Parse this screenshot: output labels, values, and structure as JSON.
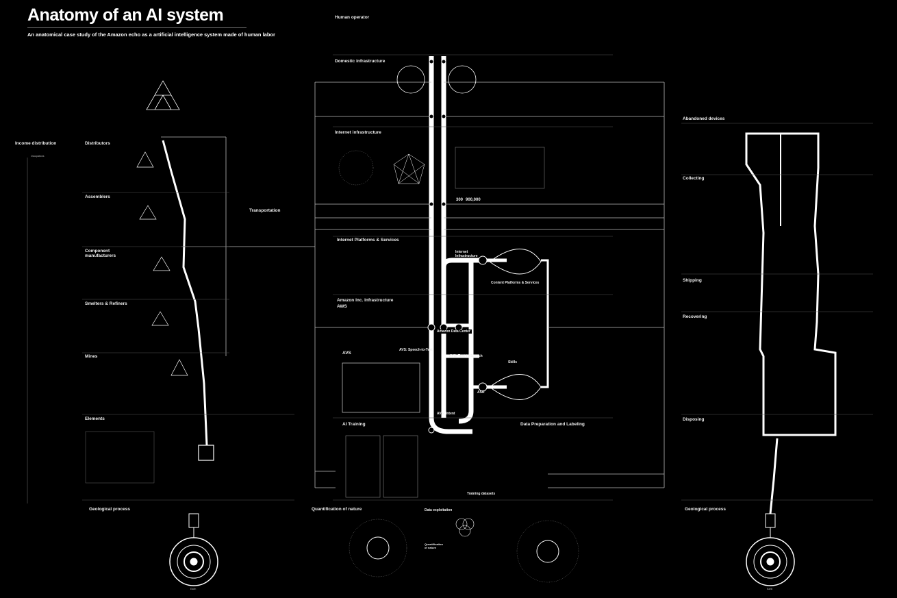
{
  "title": "Anatomy of an AI system",
  "subtitle": "An anatomical case study of the Amazon echo as a artificial intelligence system made of human labor",
  "left_column": {
    "income_distribution": "Income distribution",
    "occupations": "Occupations",
    "distributors": "Distributors",
    "assemblers": "Assemblers",
    "component_manufacturers": "Component manufacturers",
    "smelters_refiners": "Smelters & Refiners",
    "mines": "Mines",
    "elements": "Elements",
    "transportation": "Transportation",
    "geological_process": "Geological process",
    "earth": "Earth"
  },
  "center_column": {
    "human_operator": "Human operator",
    "domestic_infrastructure": "Domestic infrastructure",
    "internet_infrastructure": "Internet infrastructure",
    "internet_platforms": "Internet Platforms & Services",
    "internet_infra_node": "Internet Infrastructure",
    "content_platforms": "Content Platforms & Services",
    "amazon_infra": "Amazon Inc. Infrastructure",
    "aws": "AWS",
    "amazon_data_center": "Amazon Data Center",
    "avs": "AVS",
    "avs_speech_to_text": "AVS: Speech-to-Text",
    "avs_text_to_speech": "AVS: Text-to-Speech",
    "skills": "Skills",
    "asr": "ASR",
    "avs_intent": "AVS: Intent",
    "ai_training": "AI Training",
    "data_preparation": "Data Preparation and Labeling",
    "training_datasets": "Training datasets",
    "quantification_of_nature": "Quantification of nature",
    "data_exploitation": "Data exploitation",
    "quantification_of_nature_2": "Quantification of nature",
    "stat_1": "300",
    "stat_2": "900,000"
  },
  "right_column": {
    "abandoned_devices": "Abandoned devices",
    "collecting": "Collecting",
    "shipping": "Shipping",
    "recovering": "Recovering",
    "disposing": "Disposing",
    "geological_process": "Geological process",
    "earth": "Earth"
  }
}
